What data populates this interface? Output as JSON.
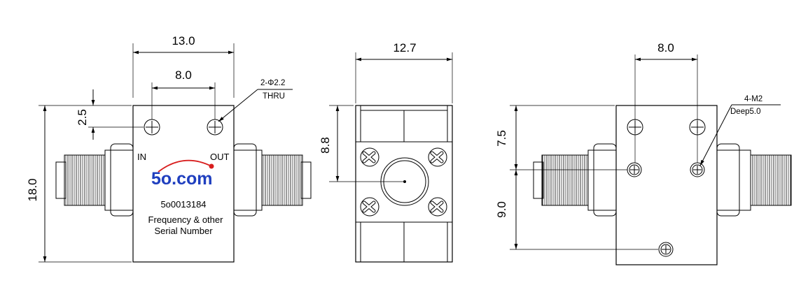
{
  "views": {
    "front": {
      "width": "13.0",
      "hole_spacing": "8.0",
      "height": "18.0",
      "hole_offset": "2.5",
      "hole_note": "2-Φ2.2",
      "hole_note2": "THRU",
      "in_label": "IN",
      "out_label": "OUT",
      "logo": "5o.com",
      "part_number": "5o0013184",
      "line1": "Frequency & other",
      "line2": "Serial Number"
    },
    "side": {
      "width": "12.7",
      "height": "8.8"
    },
    "bottom": {
      "hole_spacing": "8.0",
      "dim_upper": "7.5",
      "dim_lower": "9.0",
      "hole_note": "4-M2",
      "hole_note2": "Deep5.0"
    }
  },
  "colors": {
    "logo_blue": "#1f3fbf",
    "logo_red": "#d81e1e"
  }
}
